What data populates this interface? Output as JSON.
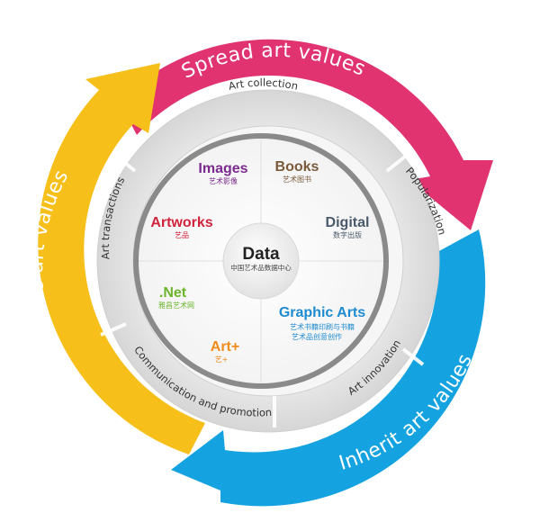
{
  "outer_arcs": {
    "top": {
      "label": "Spread art values",
      "color": "#E0336F"
    },
    "right": {
      "label": "Inherit art values",
      "color": "#14A3E0"
    },
    "left": {
      "label": "Enhance art values",
      "color": "#F7BF1A"
    }
  },
  "middle_ring": {
    "items": [
      {
        "label": "Art collection"
      },
      {
        "label": "Popularization"
      },
      {
        "label": "Art innovation"
      },
      {
        "label": "Communication and promotion"
      },
      {
        "label": "Art transactions"
      }
    ]
  },
  "segments": {
    "images": {
      "title": "Images",
      "subtitle": "艺术影像",
      "color": "#7B2A8E"
    },
    "books": {
      "title": "Books",
      "subtitle": "艺术图书",
      "color": "#7A5A3A"
    },
    "digital": {
      "title": "Digital",
      "subtitle": "数字出版",
      "color": "#4A5A6A"
    },
    "artworks": {
      "title": "Artworks",
      "subtitle": "艺品",
      "color": "#D0243C"
    },
    "graphic_arts": {
      "title": "Graphic Arts",
      "subtitle_line1": "艺术书籍印刷与书籍",
      "subtitle_line2": "艺术品创意创作",
      "color": "#1E8BD0"
    },
    "net": {
      "title": ".Net",
      "subtitle": "雅昌艺术网",
      "color": "#6CB42C"
    },
    "art_plus": {
      "title": "Art+",
      "subtitle": "艺+",
      "color": "#F08A1A"
    }
  },
  "center": {
    "title": "Data",
    "subtitle": "中国艺术品数据中心"
  }
}
